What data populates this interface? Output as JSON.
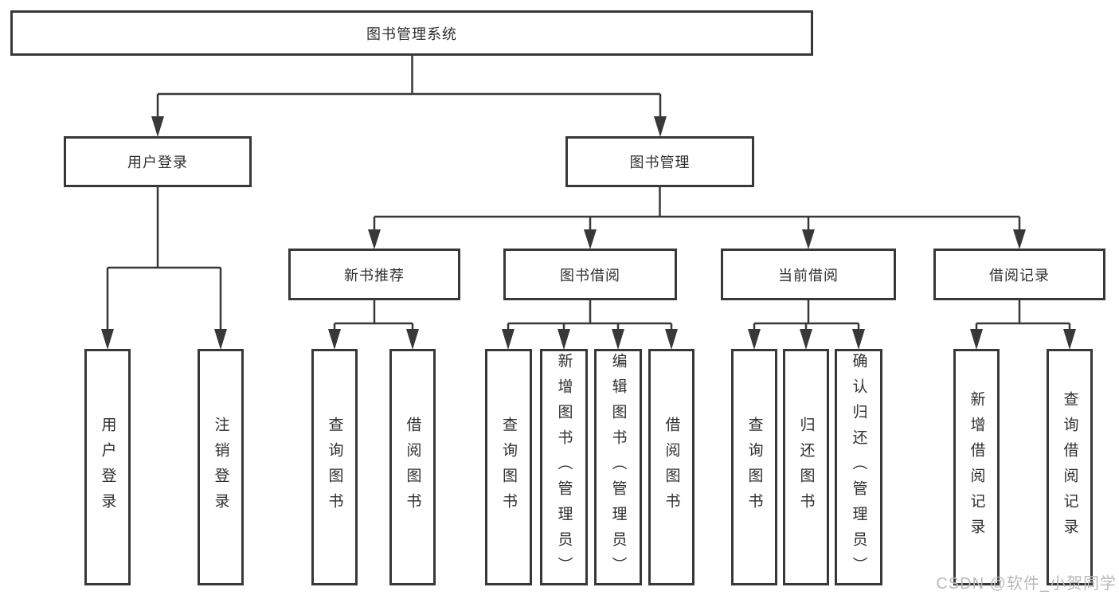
{
  "nodes": {
    "root": "图书管理系统",
    "level2": {
      "user_login": "用户登录",
      "book_mgmt": "图书管理"
    },
    "level3": {
      "new_book": "新书推荐",
      "borrow": "图书借阅",
      "current": "当前借阅",
      "records": "借阅记录"
    },
    "leaves": {
      "user_login": "用户登录",
      "logout": "注销登录",
      "nb_query": "查询图书",
      "nb_borrow": "借阅图书",
      "bw_query": "查询图书",
      "bw_add": "新增图书（管理员）",
      "bw_edit": "编辑图书（管理员）",
      "bw_borrow": "借阅图书",
      "cu_query": "查询图书",
      "cu_return": "归还图书",
      "cu_confirm": "确认归还（管理员）",
      "rc_add": "新增借阅记录",
      "rc_query": "查询借阅记录"
    }
  },
  "watermark": "CSDN @软件_小贺同学",
  "colors": {
    "line": "#383838",
    "text": "#2f2f2f",
    "watermark": "#b9b9bb",
    "background": "#ffffff"
  }
}
